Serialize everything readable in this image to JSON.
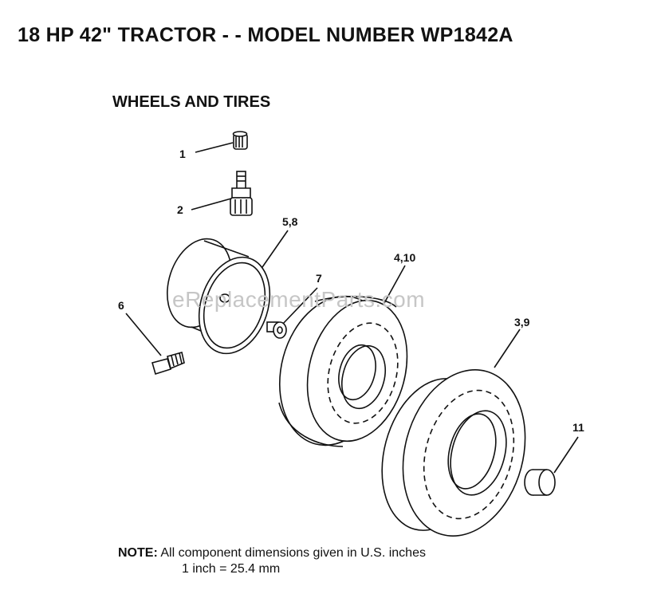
{
  "title": "18 HP 42\" TRACTOR - - MODEL NUMBER WP1842A",
  "section_title": "WHEELS AND TIRES",
  "callouts": {
    "c1": "1",
    "c2": "2",
    "c58": "5,8",
    "c7": "7",
    "c6": "6",
    "c410": "4,10",
    "c39": "3,9",
    "c11": "11"
  },
  "watermark": "eReplacementParts.com",
  "note": {
    "label": "NOTE:",
    "line1": "All component dimensions given in U.S. inches",
    "line2": "1 inch = 25.4 mm"
  }
}
